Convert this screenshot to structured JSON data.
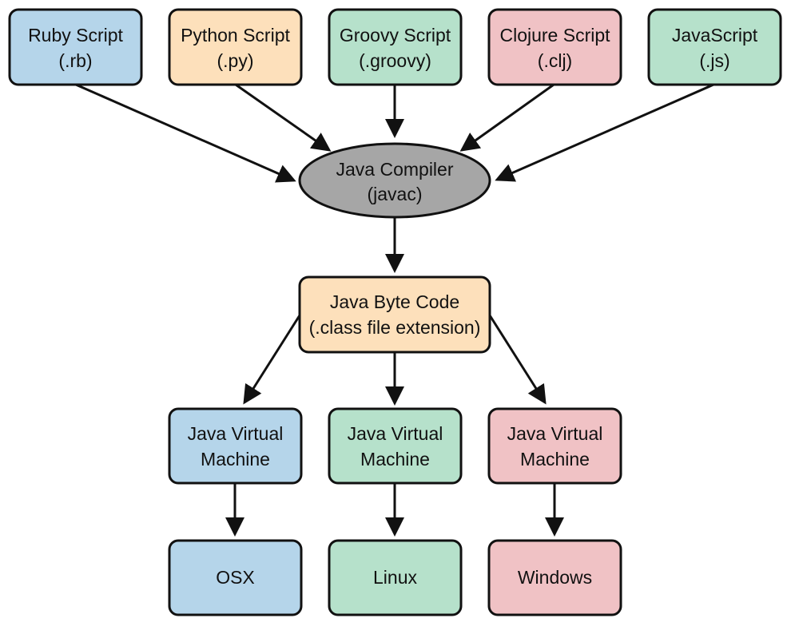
{
  "colors": {
    "blue": "#b5d5ea",
    "orange": "#fde0bb",
    "green": "#b6e1cb",
    "pink": "#f0c2c5",
    "gray": "#a6a6a6"
  },
  "nodes": {
    "ruby": {
      "line1": "Ruby Script",
      "line2": "(.rb)",
      "color": "#b5d5ea"
    },
    "python": {
      "line1": "Python Script",
      "line2": "(.py)",
      "color": "#fde0bb"
    },
    "groovy": {
      "line1": "Groovy Script",
      "line2": "(.groovy)",
      "color": "#b6e1cb"
    },
    "clojure": {
      "line1": "Clojure Script",
      "line2": "(.clj)",
      "color": "#f0c2c5"
    },
    "javascript": {
      "line1": "JavaScript",
      "line2": "(.js)",
      "color": "#b6e1cb"
    },
    "compiler": {
      "line1": "Java Compiler",
      "line2": "(javac)",
      "color": "#a6a6a6"
    },
    "bytecode": {
      "line1": "Java Byte Code",
      "line2": "(.class file extension)",
      "color": "#fde0bb"
    },
    "jvm_osx": {
      "line1": "Java Virtual",
      "line2": "Machine",
      "color": "#b5d5ea"
    },
    "jvm_linux": {
      "line1": "Java Virtual",
      "line2": "Machine",
      "color": "#b6e1cb"
    },
    "jvm_windows": {
      "line1": "Java Virtual",
      "line2": "Machine",
      "color": "#f0c2c5"
    },
    "osx": {
      "label": "OSX",
      "color": "#b5d5ea"
    },
    "linux": {
      "label": "Linux",
      "color": "#b6e1cb"
    },
    "windows": {
      "label": "Windows",
      "color": "#f0c2c5"
    }
  },
  "edges": [
    [
      "ruby",
      "compiler"
    ],
    [
      "python",
      "compiler"
    ],
    [
      "groovy",
      "compiler"
    ],
    [
      "clojure",
      "compiler"
    ],
    [
      "javascript",
      "compiler"
    ],
    [
      "compiler",
      "bytecode"
    ],
    [
      "bytecode",
      "jvm_osx"
    ],
    [
      "bytecode",
      "jvm_linux"
    ],
    [
      "bytecode",
      "jvm_windows"
    ],
    [
      "jvm_osx",
      "osx"
    ],
    [
      "jvm_linux",
      "linux"
    ],
    [
      "jvm_windows",
      "windows"
    ]
  ]
}
